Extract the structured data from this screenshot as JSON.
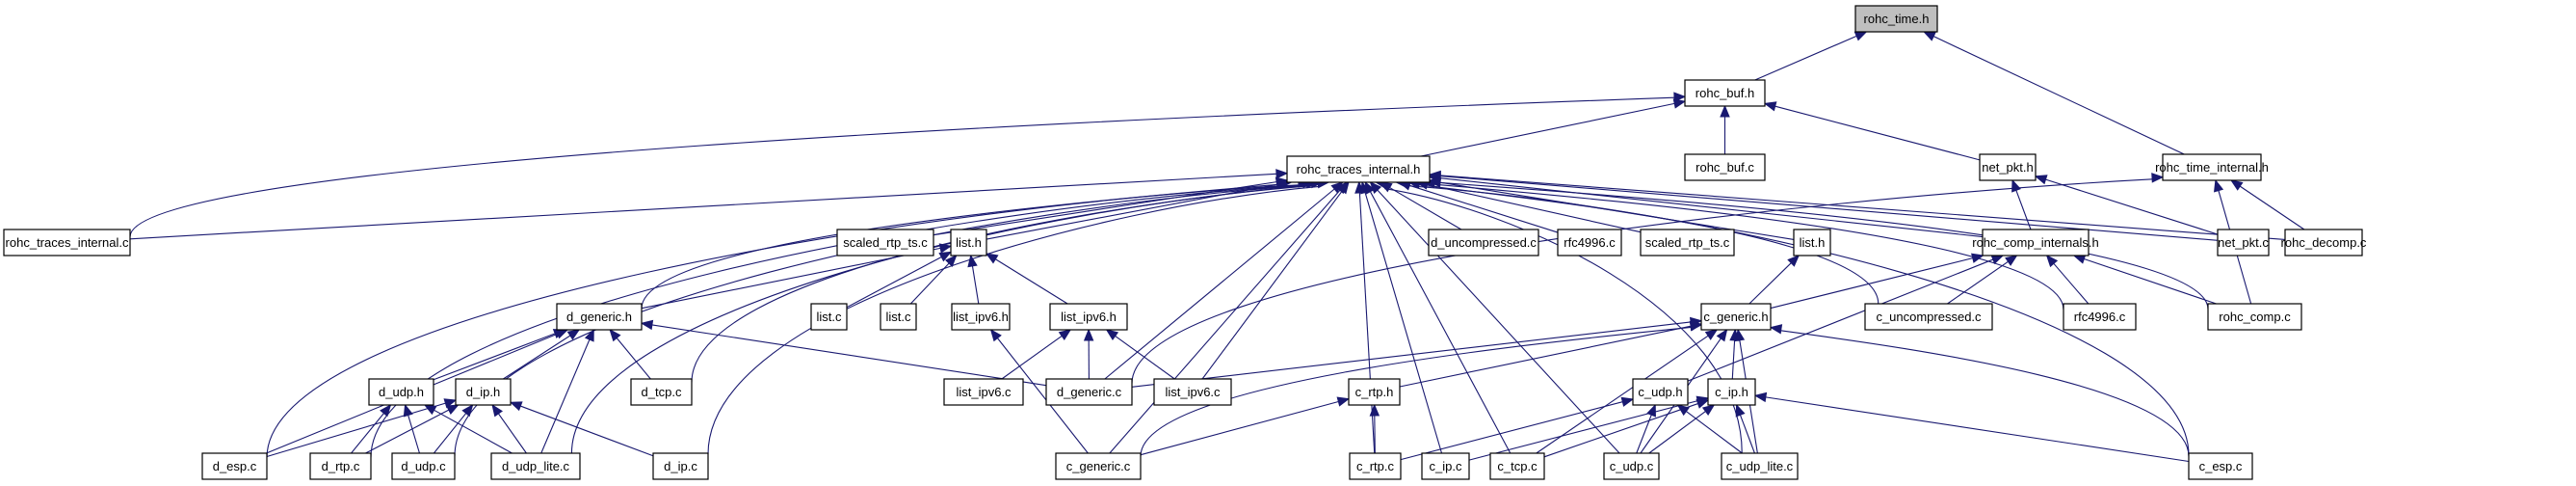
{
  "diagram": {
    "title": "rohc_time.h include dependency graph",
    "colors": {
      "edge": "#191970",
      "node_border": "#000000",
      "root_fill": "#bfbfbf",
      "node_fill": "#ffffff"
    },
    "nodes": [
      {
        "id": "rohc_time_h",
        "label": "rohc_time.h",
        "root": true
      },
      {
        "id": "rohc_buf_h",
        "label": "rohc_buf.h"
      },
      {
        "id": "rohc_buf_c",
        "label": "rohc_buf.c"
      },
      {
        "id": "rohc_traces_internal_h",
        "label": "rohc_traces_internal.h"
      },
      {
        "id": "net_pkt_h",
        "label": "net_pkt.h"
      },
      {
        "id": "rohc_time_internal_h",
        "label": "rohc_time_internal.h"
      },
      {
        "id": "rohc_traces_internal_c",
        "label": "rohc_traces_internal.c"
      },
      {
        "id": "scaled_rtp_ts_c_1",
        "label": "scaled_rtp_ts.c"
      },
      {
        "id": "list_h_1",
        "label": "list.h"
      },
      {
        "id": "d_uncompressed_c",
        "label": "d_uncompressed.c"
      },
      {
        "id": "rfc4996_c_1",
        "label": "rfc4996.c"
      },
      {
        "id": "scaled_rtp_ts_c_2",
        "label": "scaled_rtp_ts.c"
      },
      {
        "id": "list_h_2",
        "label": "list.h"
      },
      {
        "id": "rohc_comp_internals_h",
        "label": "rohc_comp_internals.h"
      },
      {
        "id": "net_pkt_c",
        "label": "net_pkt.c"
      },
      {
        "id": "rohc_decomp_c",
        "label": "rohc_decomp.c"
      },
      {
        "id": "d_generic_h",
        "label": "d_generic.h"
      },
      {
        "id": "list_c_1",
        "label": "list.c"
      },
      {
        "id": "list_c_2",
        "label": "list.c"
      },
      {
        "id": "list_ipv6_h_1",
        "label": "list_ipv6.h"
      },
      {
        "id": "list_ipv6_h_2",
        "label": "list_ipv6.h"
      },
      {
        "id": "c_generic_h",
        "label": "c_generic.h"
      },
      {
        "id": "c_uncompressed_c",
        "label": "c_uncompressed.c"
      },
      {
        "id": "rfc4996_c_2",
        "label": "rfc4996.c"
      },
      {
        "id": "rohc_comp_c",
        "label": "rohc_comp.c"
      },
      {
        "id": "d_udp_h",
        "label": "d_udp.h"
      },
      {
        "id": "d_ip_h",
        "label": "d_ip.h"
      },
      {
        "id": "d_tcp_c",
        "label": "d_tcp.c"
      },
      {
        "id": "list_ipv6_c_1",
        "label": "list_ipv6.c"
      },
      {
        "id": "d_generic_c",
        "label": "d_generic.c"
      },
      {
        "id": "list_ipv6_c_2",
        "label": "list_ipv6.c"
      },
      {
        "id": "c_rtp_h",
        "label": "c_rtp.h"
      },
      {
        "id": "c_udp_h",
        "label": "c_udp.h"
      },
      {
        "id": "c_ip_h",
        "label": "c_ip.h"
      },
      {
        "id": "d_esp_c",
        "label": "d_esp.c"
      },
      {
        "id": "d_rtp_c",
        "label": "d_rtp.c"
      },
      {
        "id": "d_udp_c",
        "label": "d_udp.c"
      },
      {
        "id": "d_udp_lite_c",
        "label": "d_udp_lite.c"
      },
      {
        "id": "d_ip_c",
        "label": "d_ip.c"
      },
      {
        "id": "c_generic_c",
        "label": "c_generic.c"
      },
      {
        "id": "c_rtp_c",
        "label": "c_rtp.c"
      },
      {
        "id": "c_ip_c",
        "label": "c_ip.c"
      },
      {
        "id": "c_tcp_c",
        "label": "c_tcp.c"
      },
      {
        "id": "c_udp_c",
        "label": "c_udp.c"
      },
      {
        "id": "c_udp_lite_c",
        "label": "c_udp_lite.c"
      },
      {
        "id": "c_esp_c",
        "label": "c_esp.c"
      }
    ],
    "edges": [
      {
        "from": "rohc_buf_h",
        "to": "rohc_time_h"
      },
      {
        "from": "rohc_time_internal_h",
        "to": "rohc_time_h"
      },
      {
        "from": "rohc_buf_c",
        "to": "rohc_buf_h"
      },
      {
        "from": "rohc_traces_internal_h",
        "to": "rohc_buf_h"
      },
      {
        "from": "net_pkt_h",
        "to": "rohc_buf_h"
      },
      {
        "from": "rohc_traces_internal_c",
        "to": "rohc_buf_h"
      },
      {
        "from": "rohc_traces_internal_c",
        "to": "rohc_traces_internal_h"
      },
      {
        "from": "scaled_rtp_ts_c_1",
        "to": "rohc_traces_internal_h"
      },
      {
        "from": "list_h_1",
        "to": "rohc_traces_internal_h"
      },
      {
        "from": "d_uncompressed_c",
        "to": "rohc_traces_internal_h"
      },
      {
        "from": "rfc4996_c_1",
        "to": "rohc_traces_internal_h"
      },
      {
        "from": "scaled_rtp_ts_c_2",
        "to": "rohc_traces_internal_h"
      },
      {
        "from": "list_h_2",
        "to": "rohc_traces_internal_h"
      },
      {
        "from": "rohc_comp_internals_h",
        "to": "rohc_traces_internal_h"
      },
      {
        "from": "net_pkt_c",
        "to": "rohc_traces_internal_h"
      },
      {
        "from": "rohc_decomp_c",
        "to": "rohc_traces_internal_h"
      },
      {
        "from": "d_generic_h",
        "to": "rohc_traces_internal_h"
      },
      {
        "from": "c_uncompressed_c",
        "to": "rohc_traces_internal_h"
      },
      {
        "from": "rfc4996_c_2",
        "to": "rohc_traces_internal_h"
      },
      {
        "from": "rohc_comp_c",
        "to": "rohc_traces_internal_h"
      },
      {
        "from": "d_tcp_c",
        "to": "rohc_traces_internal_h"
      },
      {
        "from": "d_generic_c",
        "to": "rohc_traces_internal_h"
      },
      {
        "from": "list_ipv6_c_2",
        "to": "rohc_traces_internal_h"
      },
      {
        "from": "d_esp_c",
        "to": "rohc_traces_internal_h"
      },
      {
        "from": "d_rtp_c",
        "to": "rohc_traces_internal_h"
      },
      {
        "from": "d_udp_c",
        "to": "rohc_traces_internal_h"
      },
      {
        "from": "d_udp_lite_c",
        "to": "rohc_traces_internal_h"
      },
      {
        "from": "d_ip_c",
        "to": "rohc_traces_internal_h"
      },
      {
        "from": "c_generic_c",
        "to": "rohc_traces_internal_h"
      },
      {
        "from": "c_rtp_c",
        "to": "rohc_traces_internal_h"
      },
      {
        "from": "c_ip_c",
        "to": "rohc_traces_internal_h"
      },
      {
        "from": "c_tcp_c",
        "to": "rohc_traces_internal_h"
      },
      {
        "from": "c_udp_c",
        "to": "rohc_traces_internal_h"
      },
      {
        "from": "c_udp_lite_c",
        "to": "rohc_traces_internal_h"
      },
      {
        "from": "c_esp_c",
        "to": "rohc_traces_internal_h"
      },
      {
        "from": "rohc_comp_internals_h",
        "to": "net_pkt_h"
      },
      {
        "from": "net_pkt_c",
        "to": "net_pkt_h"
      },
      {
        "from": "rohc_decomp_c",
        "to": "rohc_time_internal_h"
      },
      {
        "from": "rohc_comp_c",
        "to": "rohc_time_internal_h"
      },
      {
        "from": "d_generic_c",
        "to": "rohc_time_internal_h"
      },
      {
        "from": "d_generic_h",
        "to": "list_h_1"
      },
      {
        "from": "list_c_1",
        "to": "list_h_1"
      },
      {
        "from": "list_c_2",
        "to": "list_h_1"
      },
      {
        "from": "list_ipv6_h_1",
        "to": "list_h_1"
      },
      {
        "from": "list_ipv6_h_2",
        "to": "list_h_1"
      },
      {
        "from": "c_generic_h",
        "to": "list_h_2"
      },
      {
        "from": "c_generic_h",
        "to": "rohc_comp_internals_h"
      },
      {
        "from": "c_uncompressed_c",
        "to": "rohc_comp_internals_h"
      },
      {
        "from": "rfc4996_c_2",
        "to": "rohc_comp_internals_h"
      },
      {
        "from": "rohc_comp_c",
        "to": "rohc_comp_internals_h"
      },
      {
        "from": "c_udp_h",
        "to": "rohc_comp_internals_h"
      },
      {
        "from": "d_udp_h",
        "to": "d_generic_h"
      },
      {
        "from": "d_ip_h",
        "to": "d_generic_h"
      },
      {
        "from": "d_tcp_c",
        "to": "d_generic_h"
      },
      {
        "from": "d_esp_c",
        "to": "d_generic_h"
      },
      {
        "from": "d_udp_lite_c",
        "to": "d_generic_h"
      },
      {
        "from": "d_generic_c",
        "to": "d_generic_h"
      },
      {
        "from": "c_generic_c",
        "to": "list_ipv6_h_1"
      },
      {
        "from": "list_ipv6_c_1",
        "to": "list_ipv6_h_2"
      },
      {
        "from": "d_generic_c",
        "to": "list_ipv6_h_2"
      },
      {
        "from": "list_ipv6_c_2",
        "to": "list_ipv6_h_2"
      },
      {
        "from": "c_rtp_h",
        "to": "c_generic_h"
      },
      {
        "from": "c_ip_h",
        "to": "c_generic_h"
      },
      {
        "from": "c_generic_c",
        "to": "c_generic_h"
      },
      {
        "from": "c_tcp_c",
        "to": "c_generic_h"
      },
      {
        "from": "c_udp_c",
        "to": "c_generic_h"
      },
      {
        "from": "c_udp_lite_c",
        "to": "c_generic_h"
      },
      {
        "from": "c_esp_c",
        "to": "c_generic_h"
      },
      {
        "from": "d_generic_c",
        "to": "c_generic_h"
      },
      {
        "from": "d_rtp_c",
        "to": "d_udp_h"
      },
      {
        "from": "d_udp_c",
        "to": "d_udp_h"
      },
      {
        "from": "d_udp_lite_c",
        "to": "d_udp_h"
      },
      {
        "from": "d_esp_c",
        "to": "d_ip_h"
      },
      {
        "from": "d_rtp_c",
        "to": "d_ip_h"
      },
      {
        "from": "d_udp_c",
        "to": "d_ip_h"
      },
      {
        "from": "d_udp_lite_c",
        "to": "d_ip_h"
      },
      {
        "from": "d_ip_c",
        "to": "d_ip_h"
      },
      {
        "from": "c_rtp_c",
        "to": "c_rtp_h"
      },
      {
        "from": "c_generic_c",
        "to": "c_rtp_h"
      },
      {
        "from": "c_rtp_c",
        "to": "c_udp_h"
      },
      {
        "from": "c_udp_c",
        "to": "c_udp_h"
      },
      {
        "from": "c_udp_lite_c",
        "to": "c_udp_h"
      },
      {
        "from": "c_ip_c",
        "to": "c_ip_h"
      },
      {
        "from": "c_tcp_c",
        "to": "c_ip_h"
      },
      {
        "from": "c_udp_c",
        "to": "c_ip_h"
      },
      {
        "from": "c_udp_lite_c",
        "to": "c_ip_h"
      },
      {
        "from": "c_esp_c",
        "to": "c_ip_h"
      }
    ]
  }
}
